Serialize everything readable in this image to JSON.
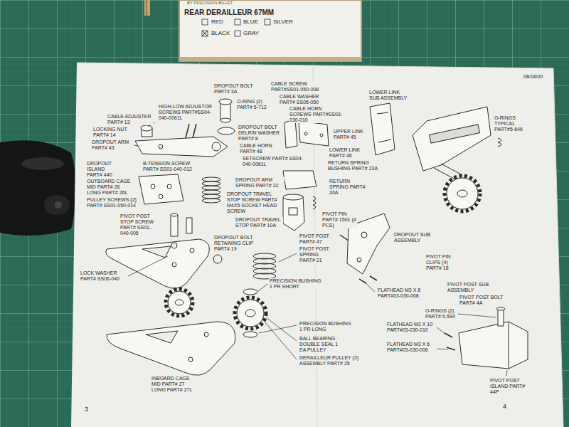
{
  "diagram": {
    "title": "REAR DERAILLEUR 67MM",
    "labels": [
      "BY PRECISION BILLET",
      "RED",
      "BLUE",
      "SILVER",
      "BLACK",
      "GRAY",
      "HIGH-LOW ADJUSTOR SCREWS PART#SS04-040-0061L",
      "DROPOUT BOLT PART# 3A",
      "O-RING (2) PART# 5-712",
      "CABLE SCREW PART#SS01-050-008",
      "CABLE WASHER PART# SS05-050",
      "CABLE HORN SCREWS PART#SS03-030-010",
      "LOWER LINK SUB ASSEMBLY",
      "08/18/00",
      "O-RINGS TYPICAL PART#5-646",
      "CABLE ADJUSTER PART# 13",
      "LOCKING NUT PART# 14",
      "DROPOUT BOLT DELRIN WASHER PART# 8",
      "CABLE HORN PART# 48",
      "UPPER LINK PART# 45",
      "DROPOUT ARM PART# 43",
      "SETSCREW PART# SS04-040-0061L",
      "LOWER LINK PART# 46",
      "RETURN SPRING BUSHING PART# 23A",
      "B-TENSION SCREW PART# SS01-040-012",
      "DROPOUT ISLAND PART# 440",
      "OUTBOARD CAGE MID PART# 26 LONG PART# 26L",
      "DROPOUT ARM SPRING PART# 22",
      "RETURN SPRING PART# 20A",
      "PULLEY SCREWS (2) PART# SS01-050-014",
      "DROPOUT TRAVEL STOP SCREW PART# M4X5 SOCKET HEAD SCREW",
      "PIVOT PIN PART# 1501 (4 PCS)",
      "PIVOT POST STOP SCREW PART# SS01-040-005",
      "DROPOUT TRAVEL STOP PART# 10A",
      "PIVOT POST PART# 47",
      "DROPOUT BOLT RETAINING CLIP PART# 19",
      "PIVOT POST SPRING PART# 21",
      "DROPOUT SUB ASSEMBLY",
      "PIVOT PIN CLIPS (4) PART# 18",
      "LOCK WASHER PART# SS06-040",
      "PRECISION BUSHING 1 PR SHORT",
      "FLATHEAD M3 X 8 PART#03-030-008",
      "PIVOT POST SUB ASSEMBLY",
      "PIVOT POST BOLT PART# 4A",
      "O-RINGS (2) PART# 5-594",
      "FLATHEAD M3 X 10 PART#03-030-010",
      "PRECISION BUSHING 1 PR LONG",
      "BALL BEARING DOUBLE SEAL 1 EA PULLEY",
      "DERAILLEUR PULLEY (2) ASSEMBLY PART# 25",
      "FLATHEAD M3 X 6 PART#03-030-006",
      "INBOARD CAGE MID PART# 27 LONG PART# 27L",
      "PIVOT POST ISLAND PART# 44P",
      "3",
      "4"
    ]
  }
}
